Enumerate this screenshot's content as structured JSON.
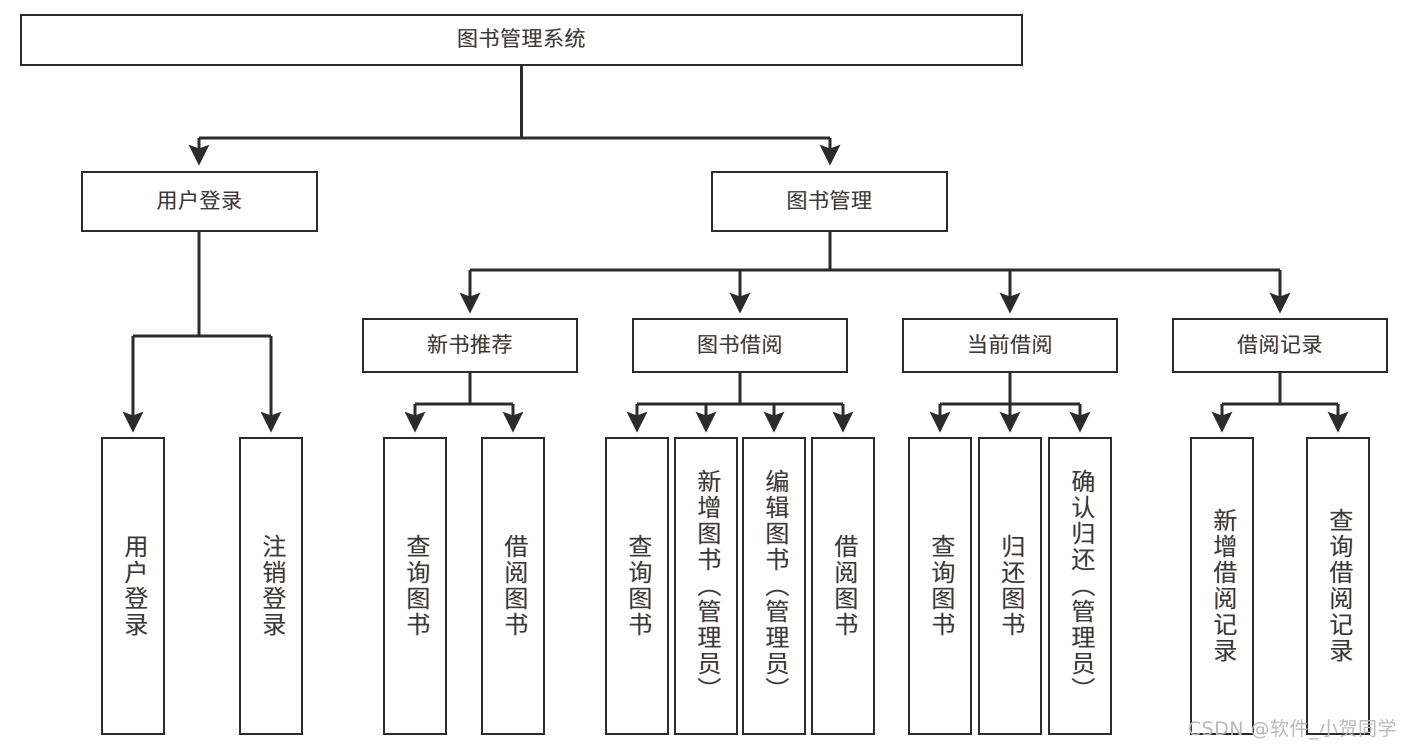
{
  "diagram": {
    "title": "图书管理系统",
    "type": "tree-hierarchy",
    "root": {
      "label": "图书管理系统"
    },
    "level2": [
      {
        "label": "用户登录"
      },
      {
        "label": "图书管理"
      }
    ],
    "level3": [
      {
        "label": "新书推荐"
      },
      {
        "label": "图书借阅"
      },
      {
        "label": "当前借阅"
      },
      {
        "label": "借阅记录"
      }
    ],
    "leaves": [
      {
        "label": "用户登录",
        "parent": "用户登录"
      },
      {
        "label": "注销登录",
        "parent": "用户登录"
      },
      {
        "label": "查询图书",
        "parent": "新书推荐"
      },
      {
        "label": "借阅图书",
        "parent": "新书推荐"
      },
      {
        "label": "查询图书",
        "parent": "图书借阅"
      },
      {
        "label": "新增图书（管理员）",
        "parent": "图书借阅"
      },
      {
        "label": "编辑图书（管理员）",
        "parent": "图书借阅"
      },
      {
        "label": "借阅图书",
        "parent": "图书借阅"
      },
      {
        "label": "查询图书",
        "parent": "当前借阅"
      },
      {
        "label": "归还图书",
        "parent": "当前借阅"
      },
      {
        "label": "确认归还（管理员）",
        "parent": "当前借阅"
      },
      {
        "label": "新增借阅记录",
        "parent": "借阅记录"
      },
      {
        "label": "查询借阅记录",
        "parent": "借阅记录"
      }
    ]
  },
  "watermark": {
    "text": "CSDN @软件_小贺同学"
  },
  "colors": {
    "border": "#2b2b2b",
    "text": "#3a3a3a",
    "background": "#ffffff",
    "watermark": "#b9b9b9"
  }
}
